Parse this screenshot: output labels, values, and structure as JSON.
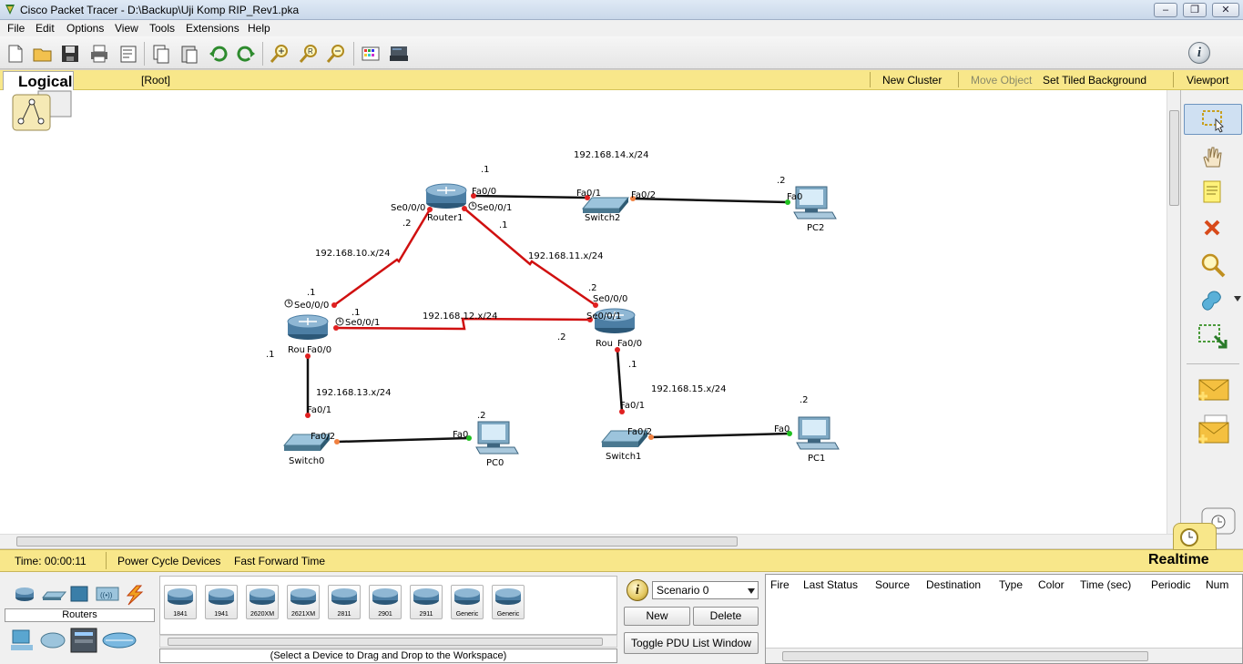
{
  "window": {
    "title": "Cisco Packet Tracer - D:\\Backup\\Uji Komp RIP_Rev1.pka"
  },
  "menu": [
    "File",
    "Edit",
    "Options",
    "View",
    "Tools",
    "Extensions",
    "Help"
  ],
  "toolbar_icons": [
    "new-icon",
    "open-icon",
    "save-icon",
    "print-icon",
    "activity-wizard-icon",
    "copy-icon",
    "paste-icon",
    "undo-icon",
    "redo-icon",
    "zoom-in-icon",
    "zoom-reset-icon",
    "zoom-out-icon",
    "palette-icon",
    "custom-device-icon",
    "info-icon"
  ],
  "logical": {
    "tab": "Logical",
    "root": "[Root]",
    "new_cluster": "New Cluster",
    "move_object": "Move Object",
    "set_tiled_background": "Set Tiled Background",
    "viewport": "Viewport"
  },
  "topology": {
    "networks": [
      "192.168.14.x/24",
      "192.168.10.x/24",
      "192.168.11.x/24",
      "192.168.12.x/24",
      "192.168.13.x/24",
      "192.168.15.x/24"
    ],
    "devices": {
      "router1": "Router1",
      "router_left": "Rou",
      "router_right": "Rou",
      "switch0": "Switch0",
      "switch1": "Switch1",
      "switch2": "Switch2",
      "pc0": "PC0",
      "pc1": "PC1",
      "pc2": "PC2"
    },
    "ports": [
      "Fa0/0",
      "Fa0/1",
      "Fa0/2",
      "Fa0",
      "Se0/0/0",
      "Se0/0/1",
      "Se0/0/0",
      "Se0/0/1",
      "Fa0/0",
      "Se0/0/0",
      "Se0/0/1",
      "Fa0/0",
      "Fa0/1",
      "Fa0/2",
      "Fa0",
      "Fa0/1",
      "Fa0/2",
      "Fa0"
    ],
    "hosts": [
      ".1",
      ".1",
      ".2",
      ".1",
      ".1",
      ".1",
      ".2",
      ".2",
      ".1",
      ".2",
      ".2",
      ".2"
    ]
  },
  "status": {
    "time": "Time: 00:00:11",
    "power_cycle": "Power Cycle Devices",
    "fast_forward": "Fast Forward Time",
    "mode": "Realtime"
  },
  "devices_panel": {
    "category": "Routers",
    "models": [
      "1841",
      "1941",
      "2620XM",
      "2621XM",
      "2811",
      "2901",
      "2911",
      "Generic",
      "Generic"
    ],
    "hint": "(Select a Device to Drag and Drop to the Workspace)"
  },
  "scenario": {
    "selected": "Scenario 0",
    "new": "New",
    "delete": "Delete",
    "toggle": "Toggle PDU List Window"
  },
  "pdu_columns": [
    "Fire",
    "Last Status",
    "Source",
    "Destination",
    "Type",
    "Color",
    "Time (sec)",
    "Periodic",
    "Num"
  ]
}
